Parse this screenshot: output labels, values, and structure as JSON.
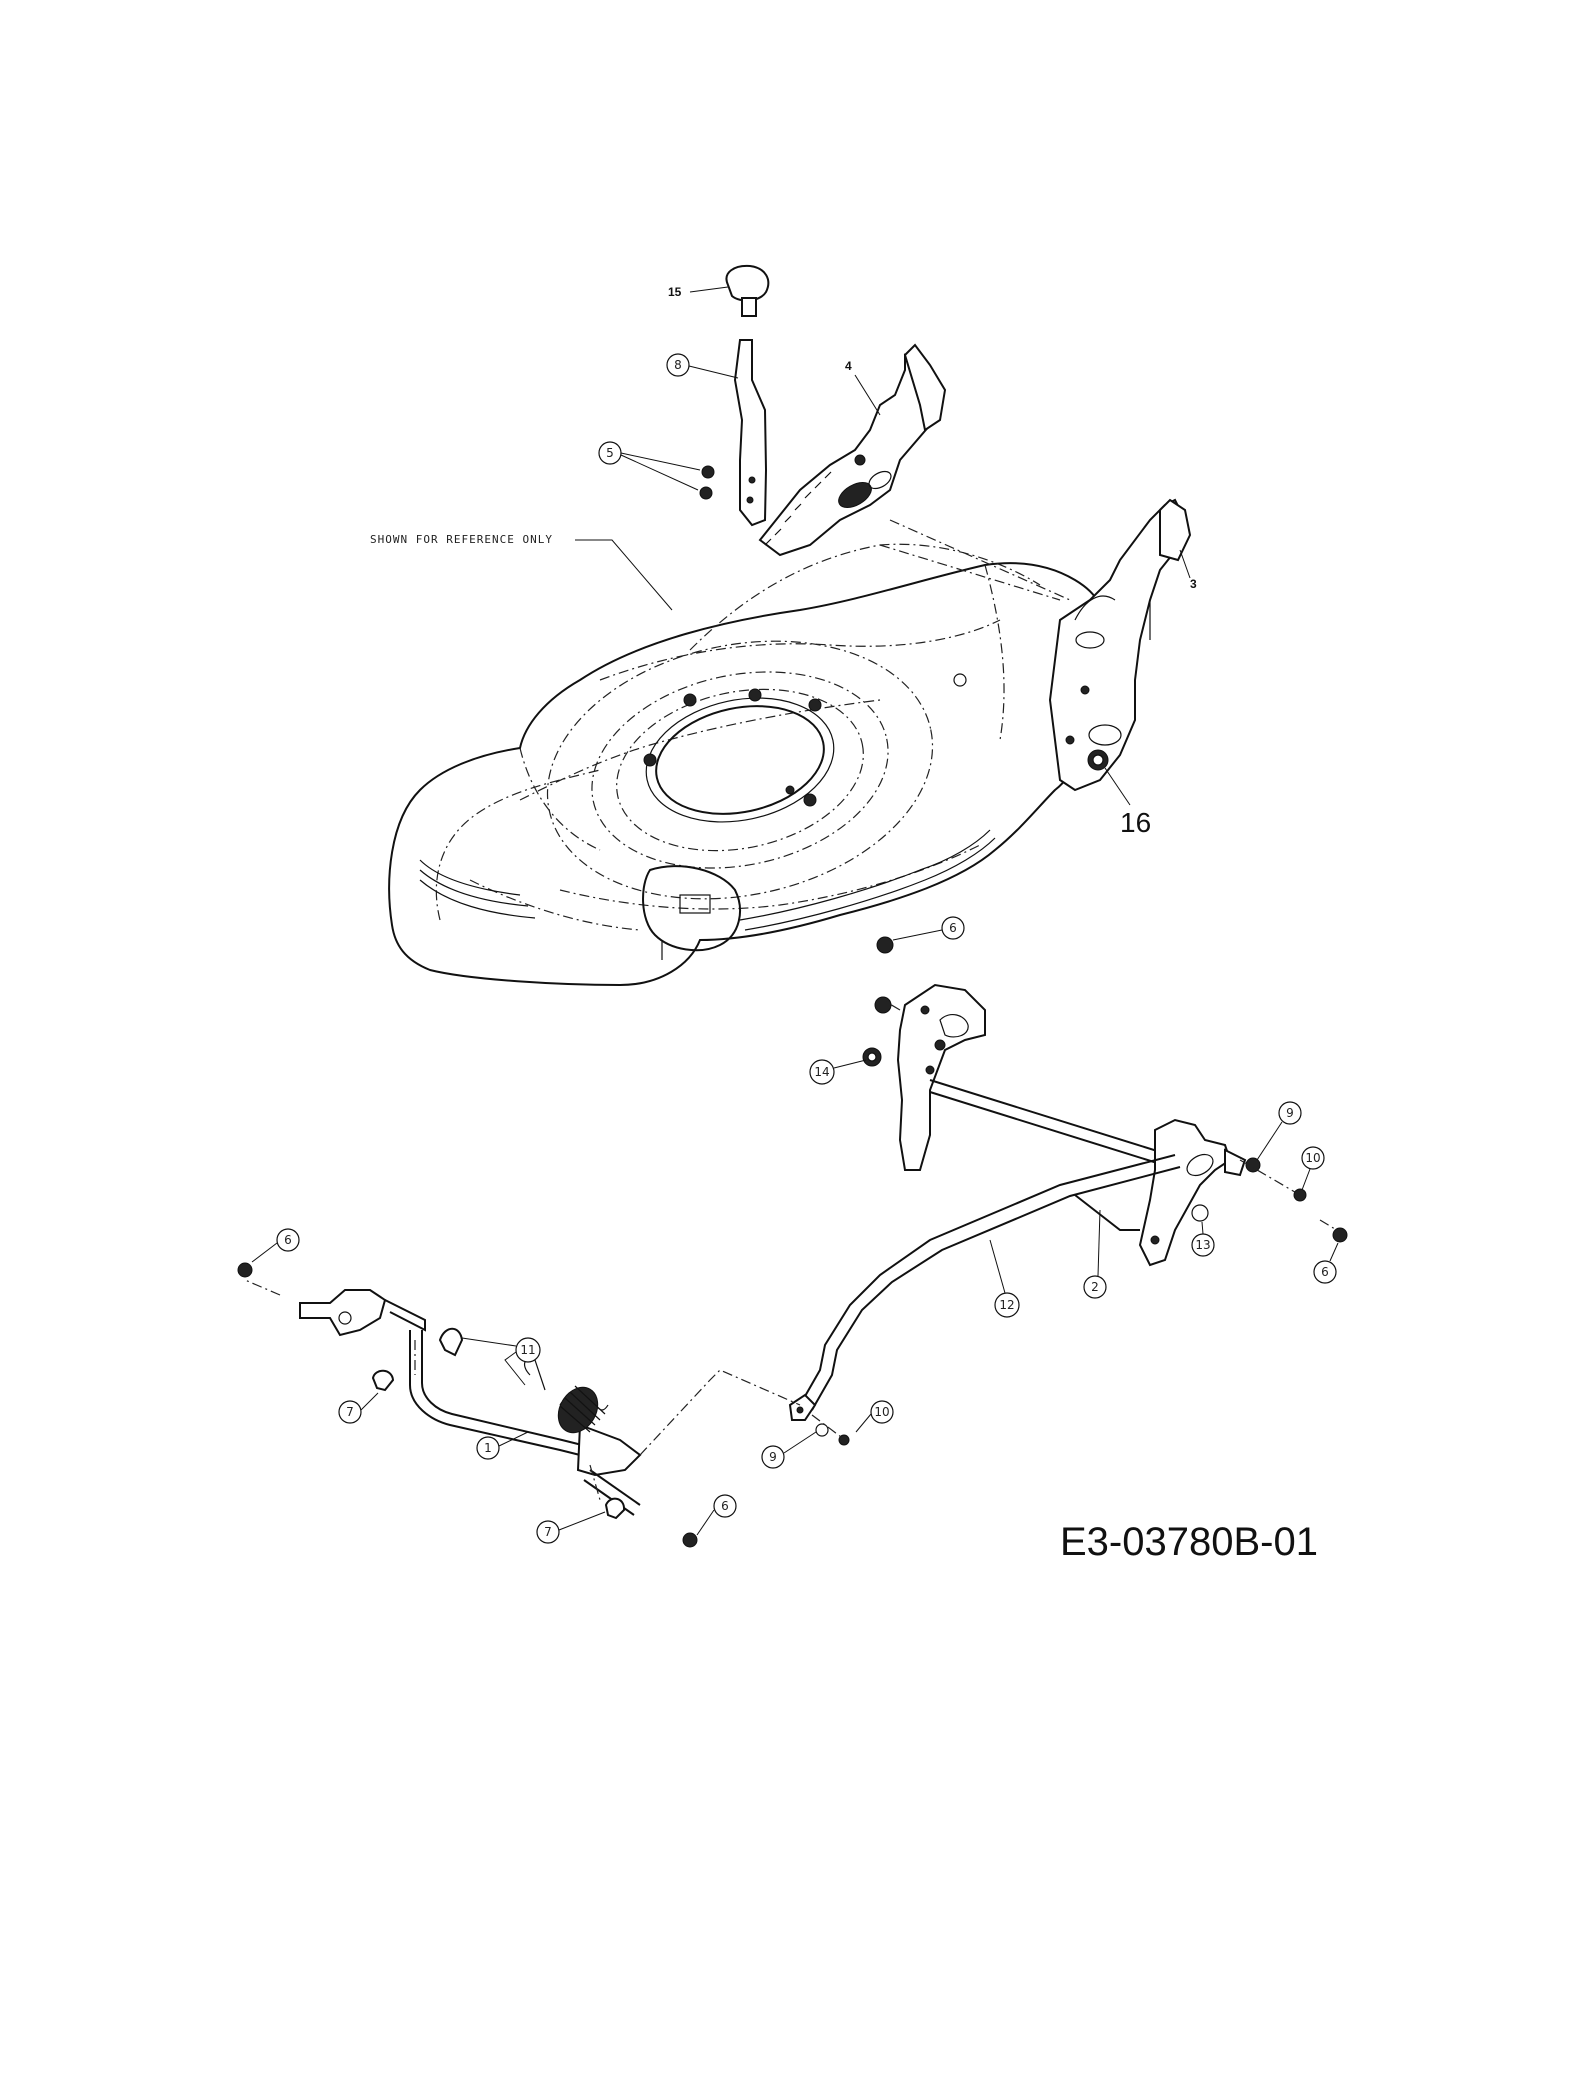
{
  "reference_note": "SHOWN FOR REFERENCE ONLY",
  "diagram_code": "E3-03780B-01",
  "callouts": {
    "c15": "15",
    "c8": "8",
    "c4": "4",
    "c5": "5",
    "c3": "3",
    "c16": "16",
    "c6a": "6",
    "c14": "14",
    "c9a": "9",
    "c10a": "10",
    "c13": "13",
    "c6b": "6",
    "c2": "2",
    "c12": "12",
    "c6c": "6",
    "c11": "11",
    "c7a": "7",
    "c1": "1",
    "c9b": "9",
    "c10b": "10",
    "c6d": "6",
    "c7b": "7"
  }
}
